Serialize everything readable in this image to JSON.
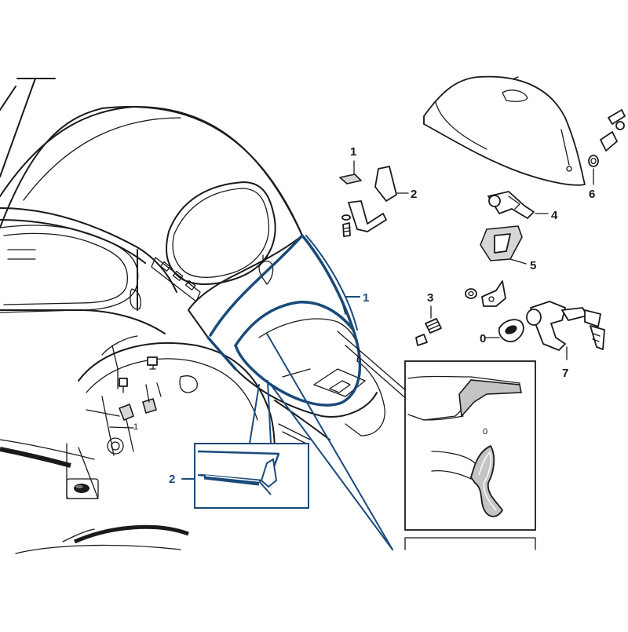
{
  "colors": {
    "line": "#1a1a1a",
    "highlight": "#1a4a7a",
    "seal_fill": "#bdbdbd",
    "background": "#ffffff"
  },
  "callouts": {
    "hood_seal": "1",
    "bracket": "1",
    "hinge_spring": "2",
    "seal_detail": "2",
    "buffer": "3",
    "catch": "4",
    "guide_plate": "5",
    "emblem_pin": "6",
    "lock": "7",
    "lock_washer": "0",
    "seal_profile": "0",
    "small_bracket_label": "1"
  }
}
